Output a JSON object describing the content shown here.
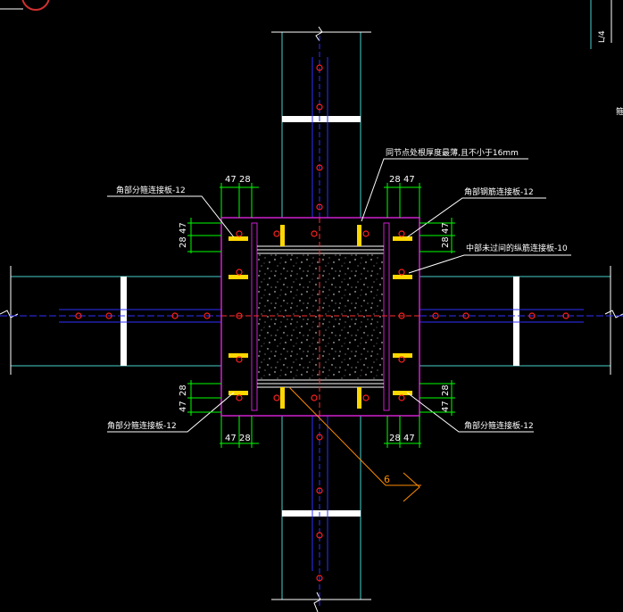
{
  "drawing": {
    "corner_label": "L/4",
    "edge_fragment": "箍",
    "callout_number": "6",
    "notes": {
      "top_center": "同节点处根厚度最薄,且不小于16mm",
      "top_left": "角部分箍连接板-12",
      "top_right": "角部钢筋连接板-12",
      "right_mid": "中部未过间的纵筋连接板-10",
      "bottom_left": "角部分箍连接板-12",
      "bottom_right": "角部分箍连接板-12"
    },
    "dims": {
      "top_left_h": [
        "47",
        "28"
      ],
      "top_right_h": [
        "28",
        "47"
      ],
      "bottom_left_h": [
        "47",
        "28"
      ],
      "bottom_right_h": [
        "28",
        "47"
      ],
      "left_upper_v": [
        "28",
        "47"
      ],
      "left_lower_v": [
        "47",
        "28"
      ],
      "right_upper_v": [
        "28",
        "47"
      ],
      "right_lower_v": [
        "47",
        "28"
      ]
    }
  },
  "colors": {
    "background": "#000000",
    "beam_lines": "#48d1cc",
    "plate_outline": "#d020d0",
    "rebar": "#3030ff",
    "bolts": "#ff2020",
    "stiffener": "#ffd700",
    "leader": "#ff8c00",
    "text": "#ffffff",
    "dimension": "#00ff00"
  }
}
